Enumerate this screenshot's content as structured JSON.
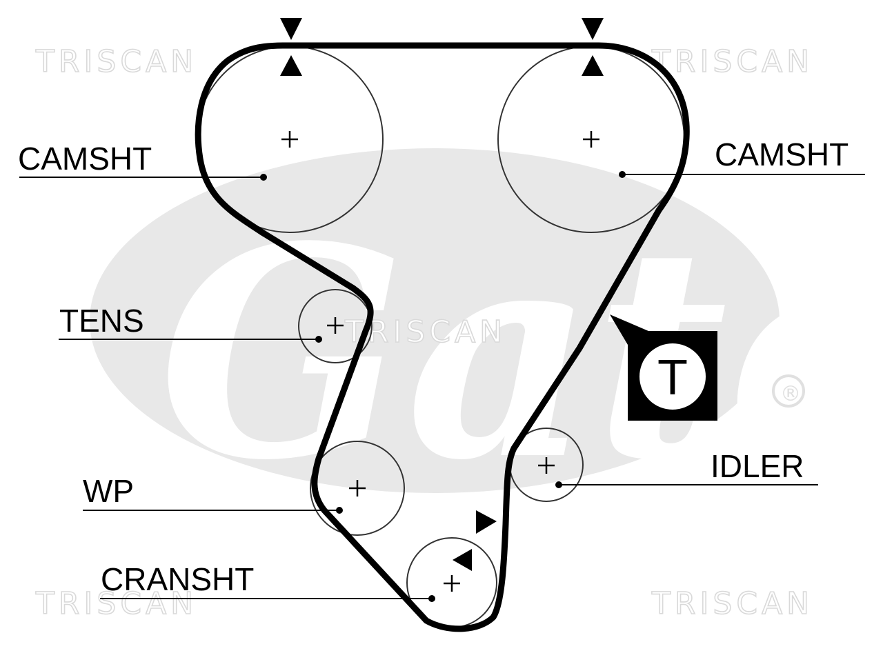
{
  "watermark": {
    "brand_text": "Gates",
    "registered_mark": "®",
    "stamps": [
      "TRISCAN",
      "TRISCAN",
      "TRISCAN",
      "TRISCAN",
      "TRISCAN"
    ],
    "color": "#e8e8e8"
  },
  "labels": {
    "camshaft_left": "CAMSHT",
    "camshaft_right": "CAMSHT",
    "tensioner": "TENS",
    "water_pump": "WP",
    "crankshaft": "CRANSHT",
    "idler": "IDLER"
  },
  "tension_badge": {
    "letter": "T"
  },
  "colors": {
    "belt": "#000000",
    "pulley": "#333333",
    "watermark": "#e8e8e8"
  }
}
